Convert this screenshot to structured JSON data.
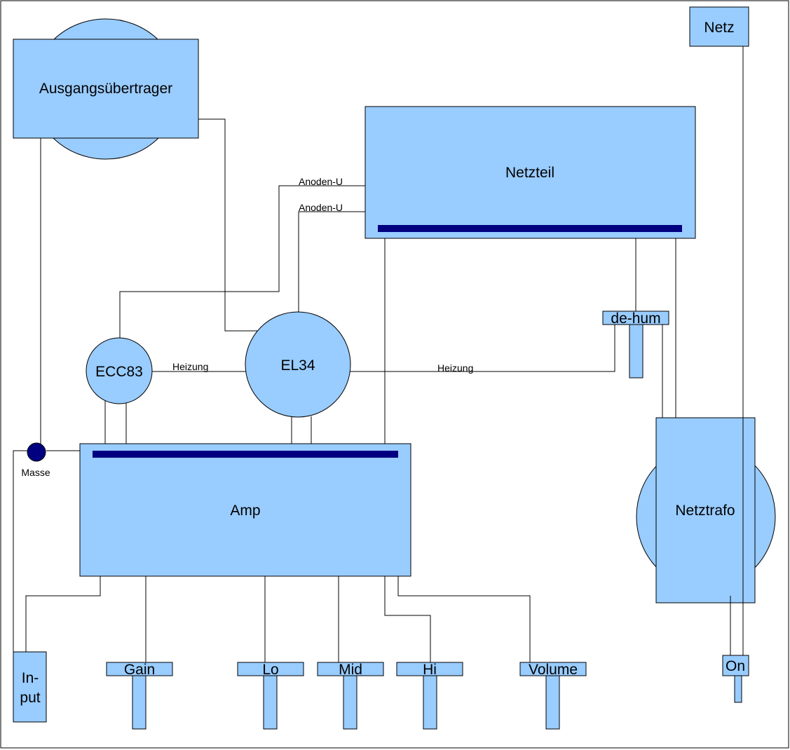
{
  "labels": {
    "ausgangsuebertrager": "Ausgangsübertrager",
    "netz": "Netz",
    "netzteil": "Netzteil",
    "anoden_u_1": "Anoden-U",
    "anoden_u_2": "Anoden-U",
    "de_hum": "de-hum",
    "ecc83": "ECC83",
    "el34": "EL34",
    "heizung_1": "Heizung",
    "heizung_2": "Heizung",
    "masse": "Masse",
    "amp": "Amp",
    "netztrafo": "Netztrafo",
    "input_line1": "In-",
    "input_line2": "put",
    "gain": "Gain",
    "lo": "Lo",
    "mid": "Mid",
    "hi": "Hi",
    "volume": "Volume",
    "on": "On"
  },
  "colors": {
    "component_fill": "#99ccff",
    "bus_bar": "#000080",
    "wire": "#000000",
    "background": "#ffffff"
  }
}
